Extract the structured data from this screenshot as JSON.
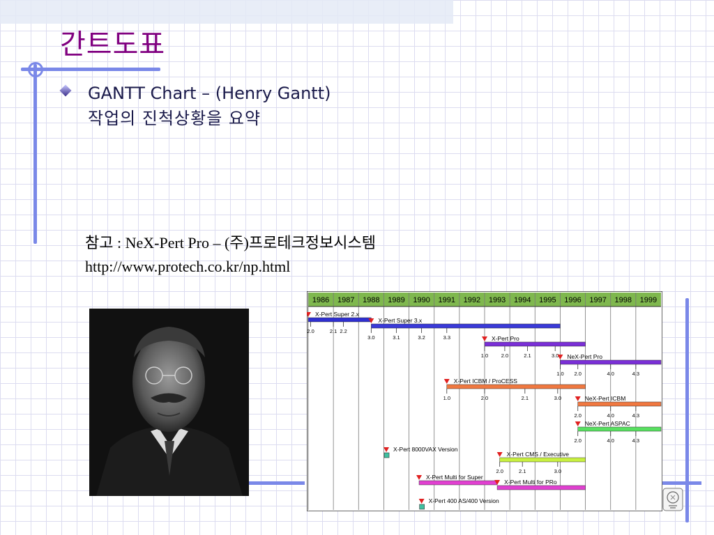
{
  "slide": {
    "title": "간트도표",
    "bullet_line1": "GANTT Chart – (Henry Gantt)",
    "bullet_line2": "작업의 진척상황을 요약",
    "reference": "참고 : NeX-Pert Pro – (주)프로테크정보시스템",
    "url": "http://www.protech.co.kr/np.html"
  },
  "colors": {
    "title": "#800080",
    "accent_bars": "#7a88e8",
    "grid_lines": "#dcdcf0",
    "gantt_header": "#7fb84e"
  },
  "chart_data": {
    "type": "gantt",
    "years": [
      "1986",
      "1987",
      "1988",
      "1989",
      "1990",
      "1991",
      "1992",
      "1993",
      "1994",
      "1995",
      "1996",
      "1997",
      "1998",
      "1999"
    ],
    "x_range": [
      1986,
      2000
    ],
    "tasks": [
      {
        "name": "X-Pert Super 2.x",
        "start": 1986.0,
        "end": 1988.5,
        "color": "#2f2fd0",
        "versions": [
          {
            "label": "2.0",
            "at": 1986.1
          },
          {
            "label": "2.1",
            "at": 1987.0
          },
          {
            "label": "2.2",
            "at": 1987.4
          }
        ]
      },
      {
        "name": "X-Pert Super 3.x",
        "start": 1988.5,
        "end": 1996.0,
        "color": "#3a3ad8",
        "versions": [
          {
            "label": "3.0",
            "at": 1988.5
          },
          {
            "label": "3.1",
            "at": 1989.5
          },
          {
            "label": "3.2",
            "at": 1990.5
          },
          {
            "label": "3.3",
            "at": 1991.5
          }
        ]
      },
      {
        "name": "X-Pert Pro",
        "start": 1993.0,
        "end": 1997.0,
        "color": "#7a2fd6",
        "versions": [
          {
            "label": "1.0",
            "at": 1993.0
          },
          {
            "label": "2.0",
            "at": 1993.8
          },
          {
            "label": "2.1",
            "at": 1994.7
          },
          {
            "label": "3.0",
            "at": 1995.8
          }
        ]
      },
      {
        "name": "NeX-Pert Pro",
        "start": 1996.0,
        "end": 2000.0,
        "color": "#7a2fd6",
        "versions": [
          {
            "label": "1.0",
            "at": 1996.0
          },
          {
            "label": "2.0",
            "at": 1996.7
          },
          {
            "label": "4.0",
            "at": 1998.0
          },
          {
            "label": "4.3",
            "at": 1999.0
          }
        ]
      },
      {
        "name": "X-Pert ICBM / ProCESS",
        "start": 1991.5,
        "end": 1997.0,
        "color": "#f07840",
        "versions": [
          {
            "label": "1.0",
            "at": 1991.5
          },
          {
            "label": "2.0",
            "at": 1993.0
          },
          {
            "label": "2.1",
            "at": 1994.6
          },
          {
            "label": "3.0",
            "at": 1995.9
          }
        ]
      },
      {
        "name": "NeX-Pert ICBM",
        "start": 1996.7,
        "end": 2000.0,
        "color": "#f07840",
        "versions": [
          {
            "label": "2.0",
            "at": 1996.7
          },
          {
            "label": "4.0",
            "at": 1998.0
          },
          {
            "label": "4.3",
            "at": 1999.0
          }
        ]
      },
      {
        "name": "NeX-Pert ASPAC",
        "start": 1996.7,
        "end": 2000.0,
        "color": "#58e060",
        "versions": [
          {
            "label": "2.0",
            "at": 1996.7
          },
          {
            "label": "4.0",
            "at": 1998.0
          },
          {
            "label": "4.3",
            "at": 1999.0
          }
        ]
      },
      {
        "name": "X-Pert 8000VAX Version",
        "start": 1989.1,
        "end": null,
        "color": "#40c0a0",
        "versions": []
      },
      {
        "name": "X-Pert CMS / Executive",
        "start": 1993.6,
        "end": 1997.0,
        "color": "#c8f040",
        "versions": [
          {
            "label": "2.0",
            "at": 1993.6
          },
          {
            "label": "2.1",
            "at": 1994.5
          },
          {
            "label": "3.0",
            "at": 1995.9
          }
        ]
      },
      {
        "name": "X-Pert Multi for Super",
        "start": 1990.4,
        "end": 1993.5,
        "color": "#e040d0",
        "versions": []
      },
      {
        "name": "X-Pert Multi for PRo",
        "start": 1993.5,
        "end": 1997.0,
        "color": "#e040d0",
        "versions": []
      },
      {
        "name": "X-Pert 400 AS/400 Version",
        "start": 1990.5,
        "end": null,
        "color": "#40c0a0",
        "versions": []
      }
    ]
  }
}
